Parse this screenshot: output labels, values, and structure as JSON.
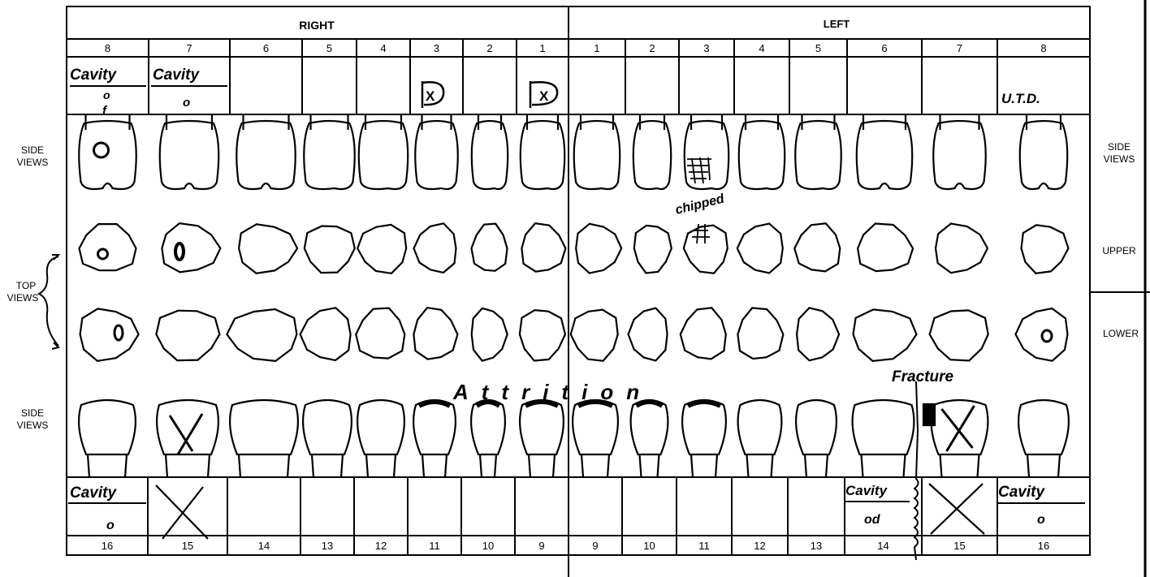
{
  "header": {
    "right": "RIGHT",
    "left": "LEFT"
  },
  "upper_numbers": {
    "right": [
      "8",
      "7",
      "6",
      "5",
      "4",
      "3",
      "2",
      "1"
    ],
    "left": [
      "1",
      "2",
      "3",
      "4",
      "5",
      "6",
      "7",
      "8"
    ]
  },
  "lower_numbers": {
    "right": [
      "16",
      "15",
      "14",
      "13",
      "12",
      "11",
      "10",
      "9"
    ],
    "left": [
      "9",
      "10",
      "11",
      "12",
      "13",
      "14",
      "15",
      "16"
    ]
  },
  "labels": {
    "side_views_top": [
      "SIDE",
      "VIEWS"
    ],
    "top_views": [
      "TOP",
      "VIEWS"
    ],
    "side_views_bottom": [
      "SIDE",
      "VIEWS"
    ],
    "right_side_views": [
      "SIDE",
      "VIEWS"
    ],
    "upper": "UPPER",
    "lower": "LOWER"
  },
  "annotations": {
    "r8_upper_top": "Cavity",
    "r8_upper_bottom": "o",
    "r8_upper_bottom2": "f",
    "r7_upper_top": "Cavity",
    "r7_upper_bottom": "o",
    "r3_upper_mark": "X",
    "r1_upper_mark": "X",
    "l8_upper": "U.T.D.",
    "chipped": "chipped",
    "attrition": "Attrition",
    "fracture": "Fracture",
    "r16_lower_top": "Cavity",
    "r16_lower_bottom": "o",
    "l14_lower_top": "Cavity",
    "l14_lower_bottom": "od",
    "l16_lower_top": "Cavity",
    "l16_lower_bottom": "o"
  }
}
